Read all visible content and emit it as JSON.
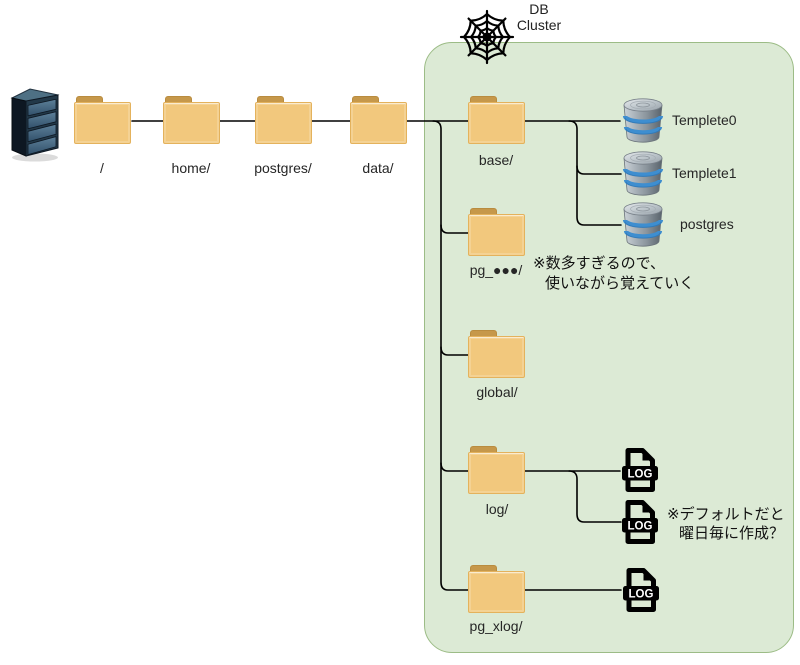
{
  "diagram": {
    "cluster": {
      "title_lines": [
        "DB",
        "Cluster"
      ]
    },
    "root_items": [
      {
        "label": "/"
      },
      {
        "label": "home/"
      },
      {
        "label": "postgres/"
      },
      {
        "label": "data/"
      }
    ],
    "cluster_folders": [
      {
        "label": "base/"
      },
      {
        "label": "pg_●●●/"
      },
      {
        "label": "global/"
      },
      {
        "label": "log/"
      },
      {
        "label": "pg_xlog/"
      }
    ],
    "databases": [
      {
        "label": "Templete0"
      },
      {
        "label": "Templete1"
      },
      {
        "label": "postgres"
      }
    ],
    "log_label": "LOG",
    "notes": [
      {
        "line1": "※数多すぎるので、",
        "line2": "使いながら覚えていく"
      },
      {
        "line1": "※デフォルトだと",
        "line2": "曜日毎に作成？"
      }
    ],
    "icons": {
      "server": "server-icon",
      "spider_web": "spider-web-icon",
      "folder": "folder-icon",
      "database": "database-icon",
      "log_file": "log-file-icon"
    },
    "colors": {
      "cluster_fill": "#dcead5",
      "cluster_border": "#9cbc86",
      "folder_fill": "#f2c87d",
      "folder_tab": "#c6984a",
      "folder_border": "#e4b25c",
      "connector": "#000000",
      "db_band": "#3e8ed0",
      "log_icon": "#000000"
    }
  }
}
